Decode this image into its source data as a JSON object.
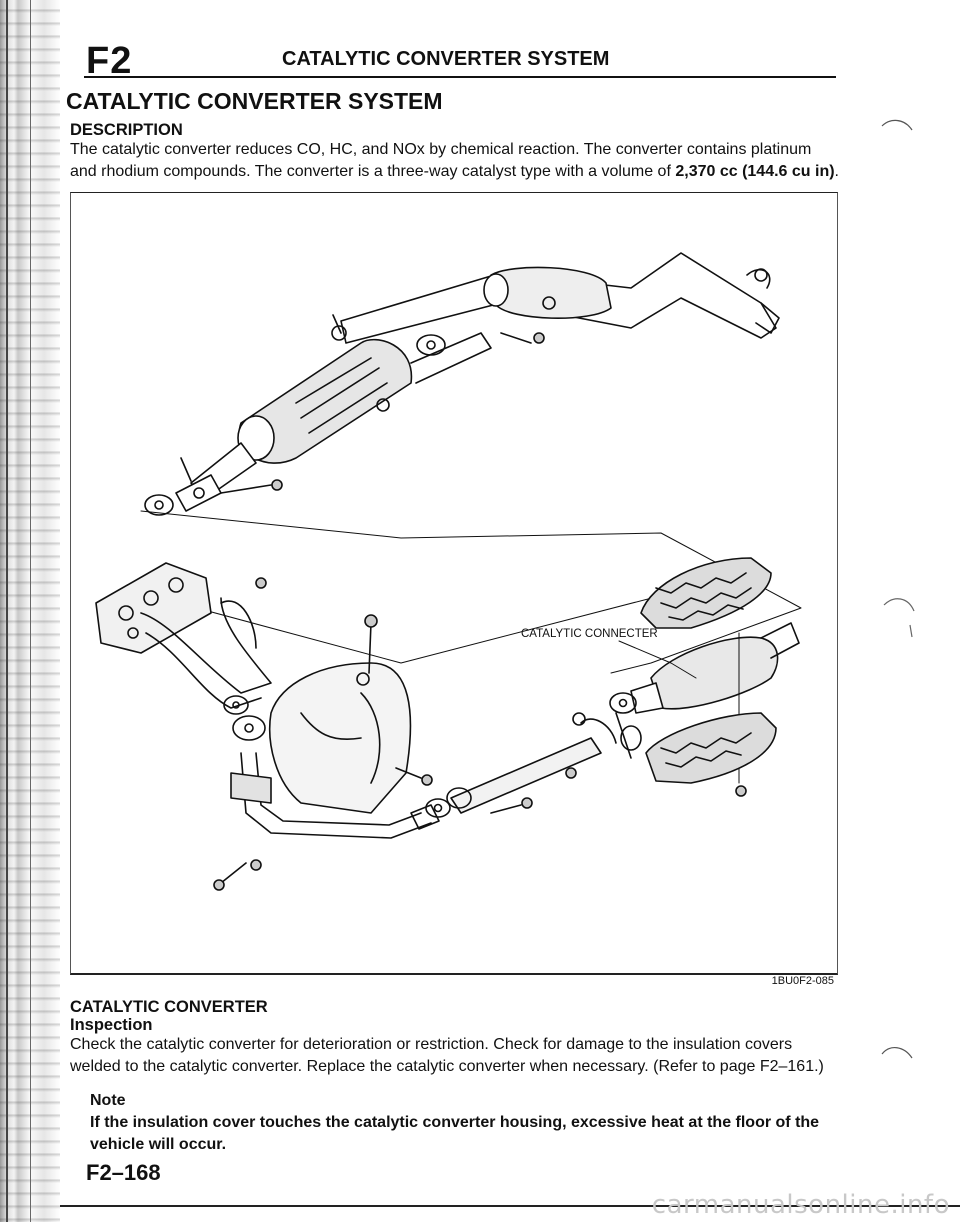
{
  "header": {
    "code": "F2",
    "title": "CATALYTIC CONVERTER SYSTEM"
  },
  "section_title": "CATALYTIC CONVERTER SYSTEM",
  "description": {
    "heading": "DESCRIPTION",
    "text_before": "The catalytic converter reduces CO, HC, and NOx by chemical reaction. The converter contains platinum and rhodium compounds. The converter is a three-way catalyst type with a volume of ",
    "volume": "2,370 cc (144.6 cu in)",
    "text_after": "."
  },
  "figure": {
    "callout": "CATALYTIC CONNECTER",
    "code": "1BU0F2-085"
  },
  "catalytic_converter": {
    "heading": "CATALYTIC CONVERTER",
    "subheading": "Inspection",
    "text": "Check the catalytic converter for deterioration or restriction. Check for damage to the insulation covers welded to the catalytic converter. Replace the catalytic converter when necessary. (Refer to page F2–161.)"
  },
  "note": {
    "label": "Note",
    "text": "If the insulation cover touches the catalytic converter housing, excessive heat at the floor of the vehicle will occur."
  },
  "page_number": "F2–168",
  "watermark": "carmanualsonline.info"
}
